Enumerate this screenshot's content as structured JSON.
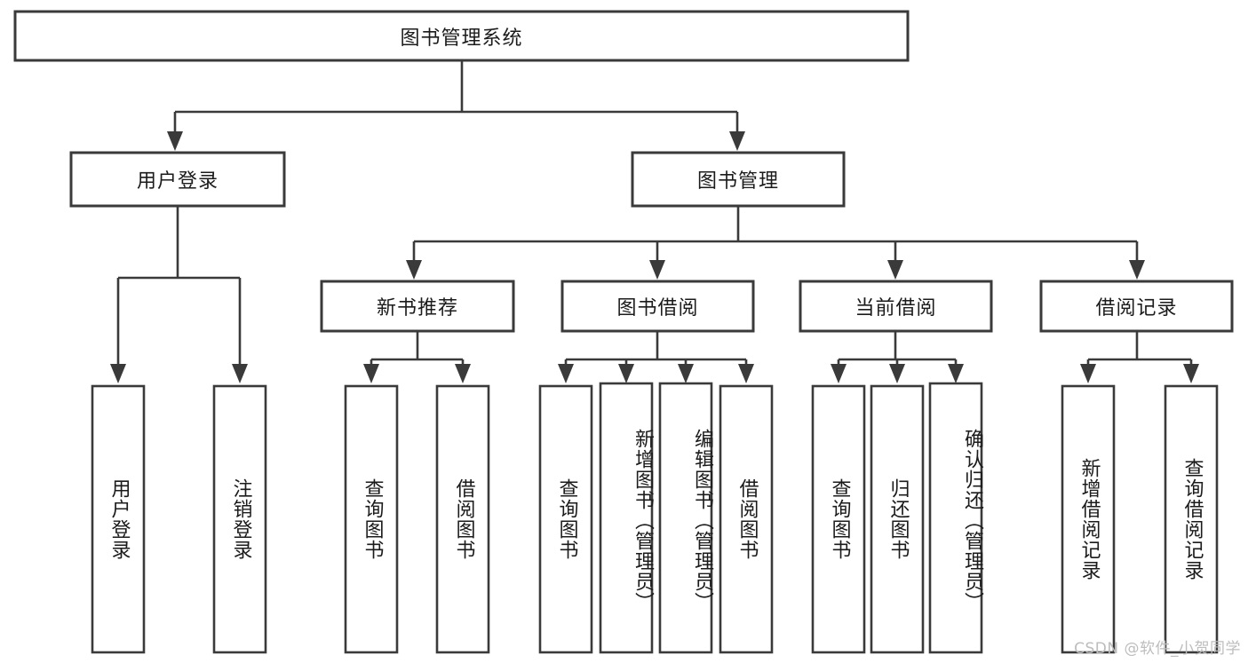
{
  "diagram": {
    "title": "图书管理系统",
    "type": "functional-structure-tree",
    "colors": {
      "box_stroke": "#3a3a3a",
      "box_fill": "#ffffff",
      "text": "#1b1b1b",
      "background": "#ffffff",
      "watermark": "#bdbdbd"
    },
    "root": {
      "label": "图书管理系统"
    },
    "level2": [
      {
        "label": "用户登录"
      },
      {
        "label": "图书管理"
      }
    ],
    "level3": [
      {
        "label": "新书推荐"
      },
      {
        "label": "图书借阅"
      },
      {
        "label": "当前借阅"
      },
      {
        "label": "借阅记录"
      }
    ],
    "leaves": {
      "user_login": [
        {
          "label": "用户登录"
        },
        {
          "label": "注销登录"
        }
      ],
      "new_book_recommend": [
        {
          "label": "查询图书"
        },
        {
          "label": "借阅图书"
        }
      ],
      "book_borrow": [
        {
          "label": "查询图书"
        },
        {
          "label": "新增图书（管理员）"
        },
        {
          "label": "编辑图书（管理员）"
        },
        {
          "label": "借阅图书"
        }
      ],
      "current_borrow": [
        {
          "label": "查询图书"
        },
        {
          "label": "归还图书"
        },
        {
          "label": "确认归还（管理员）"
        }
      ],
      "borrow_record": [
        {
          "label": "新增借阅记录"
        },
        {
          "label": "查询借阅记录"
        }
      ]
    }
  },
  "watermark": {
    "text": "CSDN @软件_小贺同学"
  }
}
